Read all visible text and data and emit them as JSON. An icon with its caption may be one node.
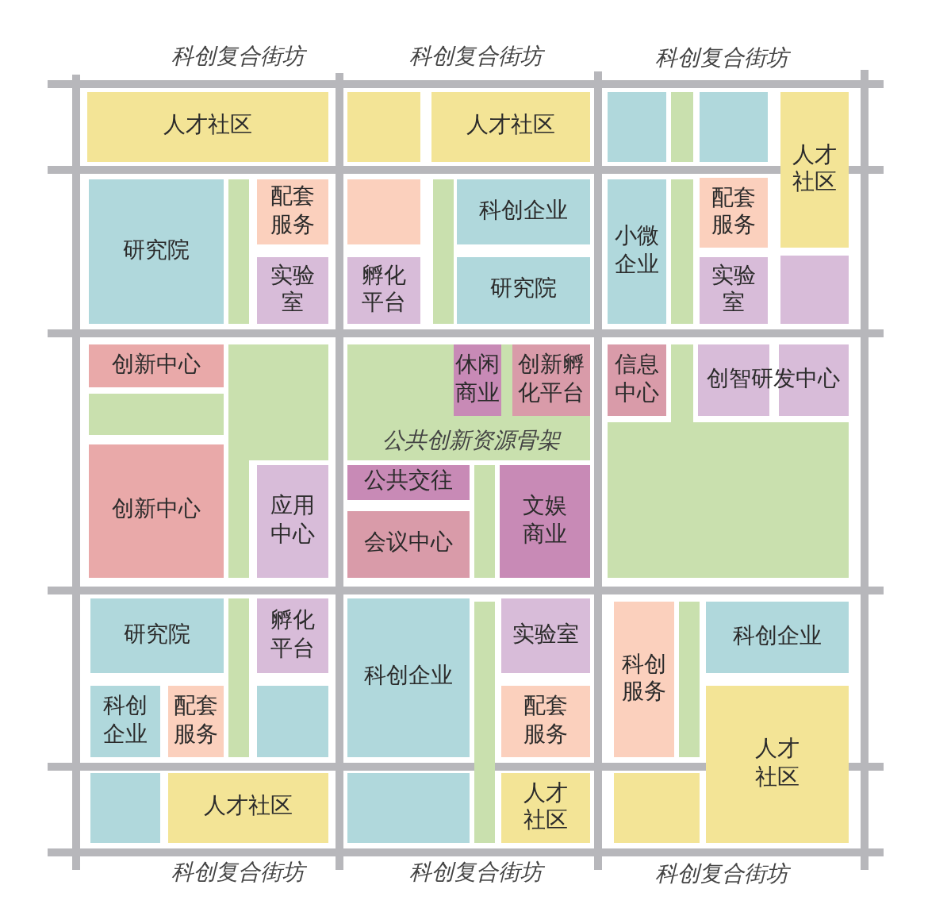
{
  "diagram": {
    "nodes": [
      {
        "text": [
          "人才社区"
        ]
      },
      {
        "text": [],
        "shape": "box"
      },
      {
        "text": [
          "人才社区"
        ]
      },
      {
        "text": [],
        "shape": "box"
      },
      {
        "text": [],
        "shape": "box"
      },
      {
        "text": [
          "人才社区"
        ]
      },
      {
        "text": [
          "研究院"
        ]
      },
      {
        "text": [
          "配套服务"
        ]
      },
      {
        "text": [
          "实验室"
        ]
      },
      {
        "text": [],
        "shape": "box"
      },
      {
        "text": [
          "孵化平台"
        ]
      },
      {
        "text": [
          "科创企业"
        ]
      },
      {
        "text": [
          "研究院"
        ]
      },
      {
        "text": [
          "小微企业"
        ]
      },
      {
        "text": [
          "配套服务"
        ]
      },
      {
        "text": [
          "实验室"
        ]
      },
      {
        "text": [],
        "shape": "box"
      },
      {
        "text": [
          "创新中心"
        ]
      },
      {
        "text": [
          "创新中心"
        ]
      },
      {
        "text": [
          "应用中心"
        ]
      },
      {
        "text": [
          "休闲商业"
        ]
      },
      {
        "text": [
          "创新孵化平台"
        ]
      },
      {
        "text": [
          "公共交往"
        ]
      },
      {
        "text": [
          "会议中心"
        ]
      },
      {
        "text": [
          "文娱商业"
        ]
      },
      {
        "text": [
          "信息中心"
        ]
      },
      {
        "text": [
          "创智研发中心"
        ]
      },
      {
        "text": [
          "研究院"
        ]
      },
      {
        "text": [
          "科创企业"
        ]
      },
      {
        "text": [
          "配套服务"
        ]
      },
      {
        "text": [
          "孵化平台"
        ]
      },
      {
        "text": [],
        "shape": "box"
      },
      {
        "text": [
          "科创企业"
        ]
      },
      {
        "text": [
          "实验室"
        ]
      },
      {
        "text": [
          "配套服务"
        ]
      },
      {
        "text": [
          "科创服务"
        ]
      },
      {
        "text": [
          "科创企业"
        ]
      },
      {
        "text": [
          "人才社区"
        ]
      },
      {
        "text": [],
        "shape": "box"
      },
      {
        "text": [
          "人才社区"
        ]
      },
      {
        "text": [],
        "shape": "box"
      },
      {
        "text": [
          "人才社区"
        ]
      },
      {
        "text": [],
        "shape": "box"
      }
    ],
    "labels": [
      "科创复合街坊",
      "科创复合街坊",
      "科创复合街坊",
      "公共创新资源骨架",
      "科创复合街坊",
      "科创复合街坊",
      "科创复合街坊"
    ]
  }
}
